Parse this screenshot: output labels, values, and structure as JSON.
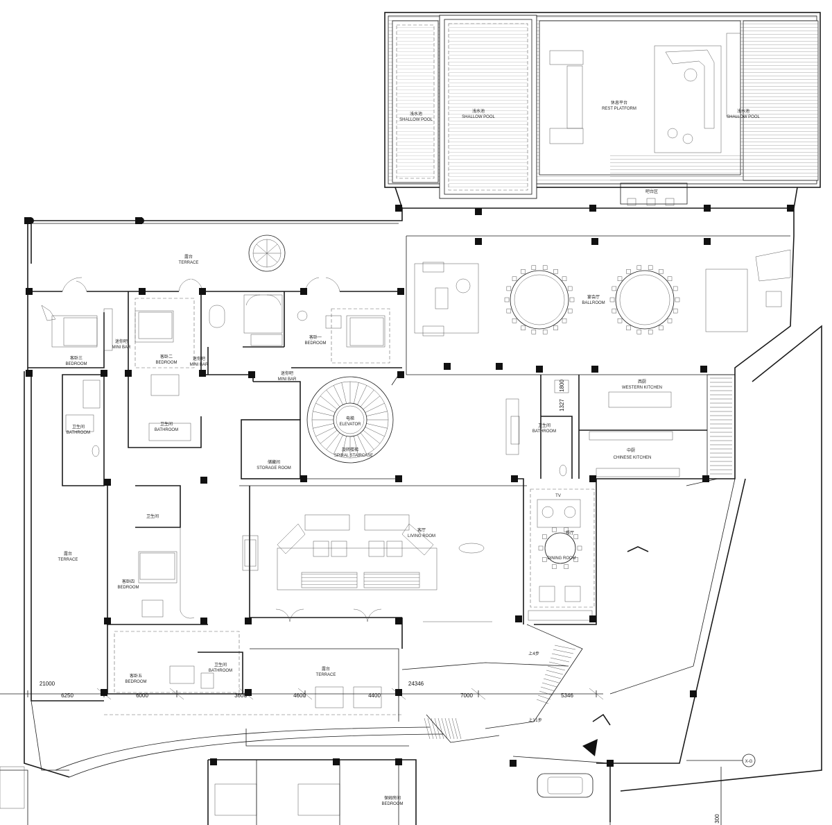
{
  "labels": {
    "terrace_top_cn": "露台",
    "terrace_top_en": "TERRACE",
    "terrace_left_cn": "露台",
    "terrace_left_en": "TERRACE",
    "terrace_bottom_cn": "露台",
    "terrace_bottom_en": "TERRACE",
    "bedroom3_cn": "客卧三",
    "bedroom3_en": "BEDROOM",
    "bedroom2_cn": "客卧二",
    "bedroom2_en": "BEDROOM",
    "bedroom1_cn": "客卧一",
    "bedroom1_en": "BEDROOM",
    "bedroom4_cn": "客卧四",
    "bedroom4_en": "BEDROOM",
    "bedroom5_cn": "客卧五",
    "bedroom5_en": "BEDROOM",
    "bedroom_bottom_cn": "保姆房间",
    "bedroom_bottom_en": "BEDROOM",
    "minibar1_cn": "迷你吧",
    "minibar1_en": "MINI BAR",
    "minibar2_cn": "迷你吧",
    "minibar2_en": "MINI BAR",
    "minibar3_cn": "迷你吧",
    "minibar3_en": "MINI BAR",
    "bath_left_cn": "卫生间",
    "bath_left_en": "BATHROOM",
    "bath_mid_cn": "卫生间",
    "bath_mid_en": "BATHROOM",
    "bath_kitchen_cn": "卫生间",
    "bath_kitchen_en": "BATHROOM",
    "bath_b4_cn": "卫生间",
    "bath_b5_cn": "卫生间",
    "bath_b5_en": "BATHROOM",
    "elevator_cn": "电梯",
    "elevator_en": "ELEVATOR",
    "spiral_cn": "旋转楼梯",
    "spiral_en": "SPIRAL STAIRCASE",
    "storage_cn": "储藏间",
    "storage_en": "STORAGE ROOM",
    "living_cn": "客厅",
    "living_en": "LIVING ROOM",
    "dining_cn": "餐厅",
    "dining_en": "DINING ROOM",
    "ballroom_cn": "宴会厅",
    "ballroom_en": "BALLROOM",
    "western_cn": "西厨",
    "western_en": "WESTERN KITCHEN",
    "chinese_cn": "中厨",
    "chinese_en": "CHINESE KITCHEN",
    "pool1_cn": "浅水池",
    "pool1_en": "SHALLOW POOL",
    "pool2_cn": "浅水池",
    "pool2_en": "SHALLOW POOL",
    "pool3_cn": "浅水池",
    "pool3_en": "SHALLOW POOL",
    "rest_cn": "休息平台",
    "rest_en": "REST PLATFORM",
    "pool_bar_cn": "吧台区",
    "tv": "TV",
    "up4": "上4步",
    "up11": "上11步",
    "grid_tag": "X-G"
  },
  "dimensions": {
    "d21000": "21000",
    "d6250": "6250",
    "d6000": "6000",
    "d3600": "3600",
    "d4600": "4600",
    "d4400": "4400",
    "d24346": "24346",
    "d7000": "7000",
    "d5346": "5346",
    "d1800": "1800",
    "d1327": "1327",
    "d300": "300"
  },
  "colors": {
    "line": "#1a1a1a",
    "thin": "#444444",
    "column": "#111111",
    "background": "#ffffff"
  }
}
